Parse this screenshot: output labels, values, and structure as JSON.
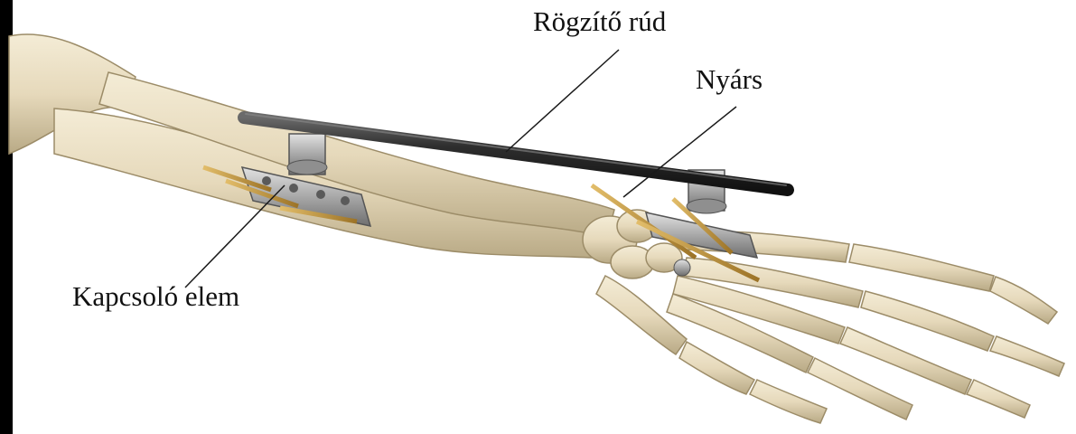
{
  "labels": {
    "fixation_rod": "Rögzítő rúd",
    "pin": "Nyárs",
    "clamp": "Kapcsoló elem"
  },
  "colors": {
    "background": "#ffffff",
    "bone": "#e8dcc0",
    "bone_shadow": "#b9aa86",
    "rod": "#2b2b2b",
    "clamp_metal": "#a9a9a9",
    "pin_gold": "#c79a3d",
    "leader_line": "#1a1a1a",
    "edge": "#000000"
  }
}
